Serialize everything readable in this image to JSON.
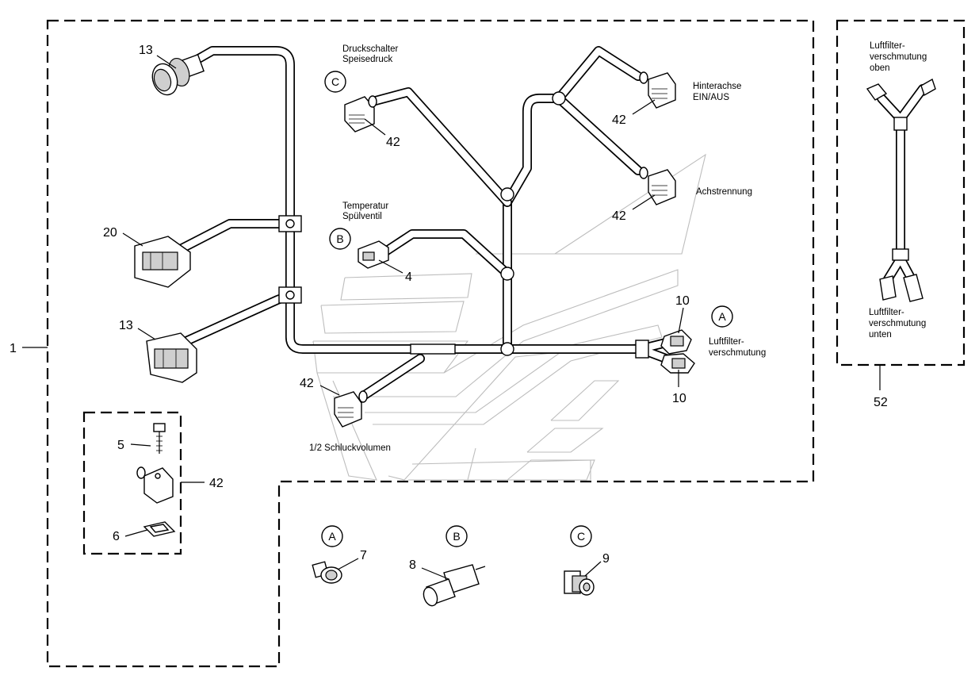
{
  "labels": {
    "druck_1": "Druckschalter",
    "druck_2": "Speisedruck",
    "hinter_1": "Hinterachse",
    "hinter_2": "EIN/AUS",
    "achs": "Achstrennung",
    "temp_1": "Temperatur",
    "temp_2": "Spülventil",
    "luft_1": "Luftfilter-",
    "luft_2": "verschmutung",
    "schluck": "1/2 Schluckvolumen",
    "luft_oben_1": "Luftfilter-",
    "luft_oben_2": "verschmutung",
    "luft_oben_3": "oben",
    "luft_unten_1": "Luftfilter-",
    "luft_unten_2": "verschmutung",
    "luft_unten_3": "unten"
  },
  "callouts": {
    "c13a": "13",
    "c20": "20",
    "c13b": "13",
    "c1": "1",
    "c42_druck": "42",
    "c42_hinter": "42",
    "c42_achs": "42",
    "c4": "4",
    "c10a": "10",
    "c10b": "10",
    "c42_schluck": "42",
    "c5": "5",
    "c42_detail": "42",
    "c6": "6",
    "c52": "52",
    "c7": "7",
    "c8": "8",
    "c9": "9"
  },
  "circle_markers": {
    "c_top": "C",
    "b_top": "B",
    "a_top": "A",
    "a_bottom": "A",
    "b_bottom": "B",
    "c_bottom": "C"
  }
}
